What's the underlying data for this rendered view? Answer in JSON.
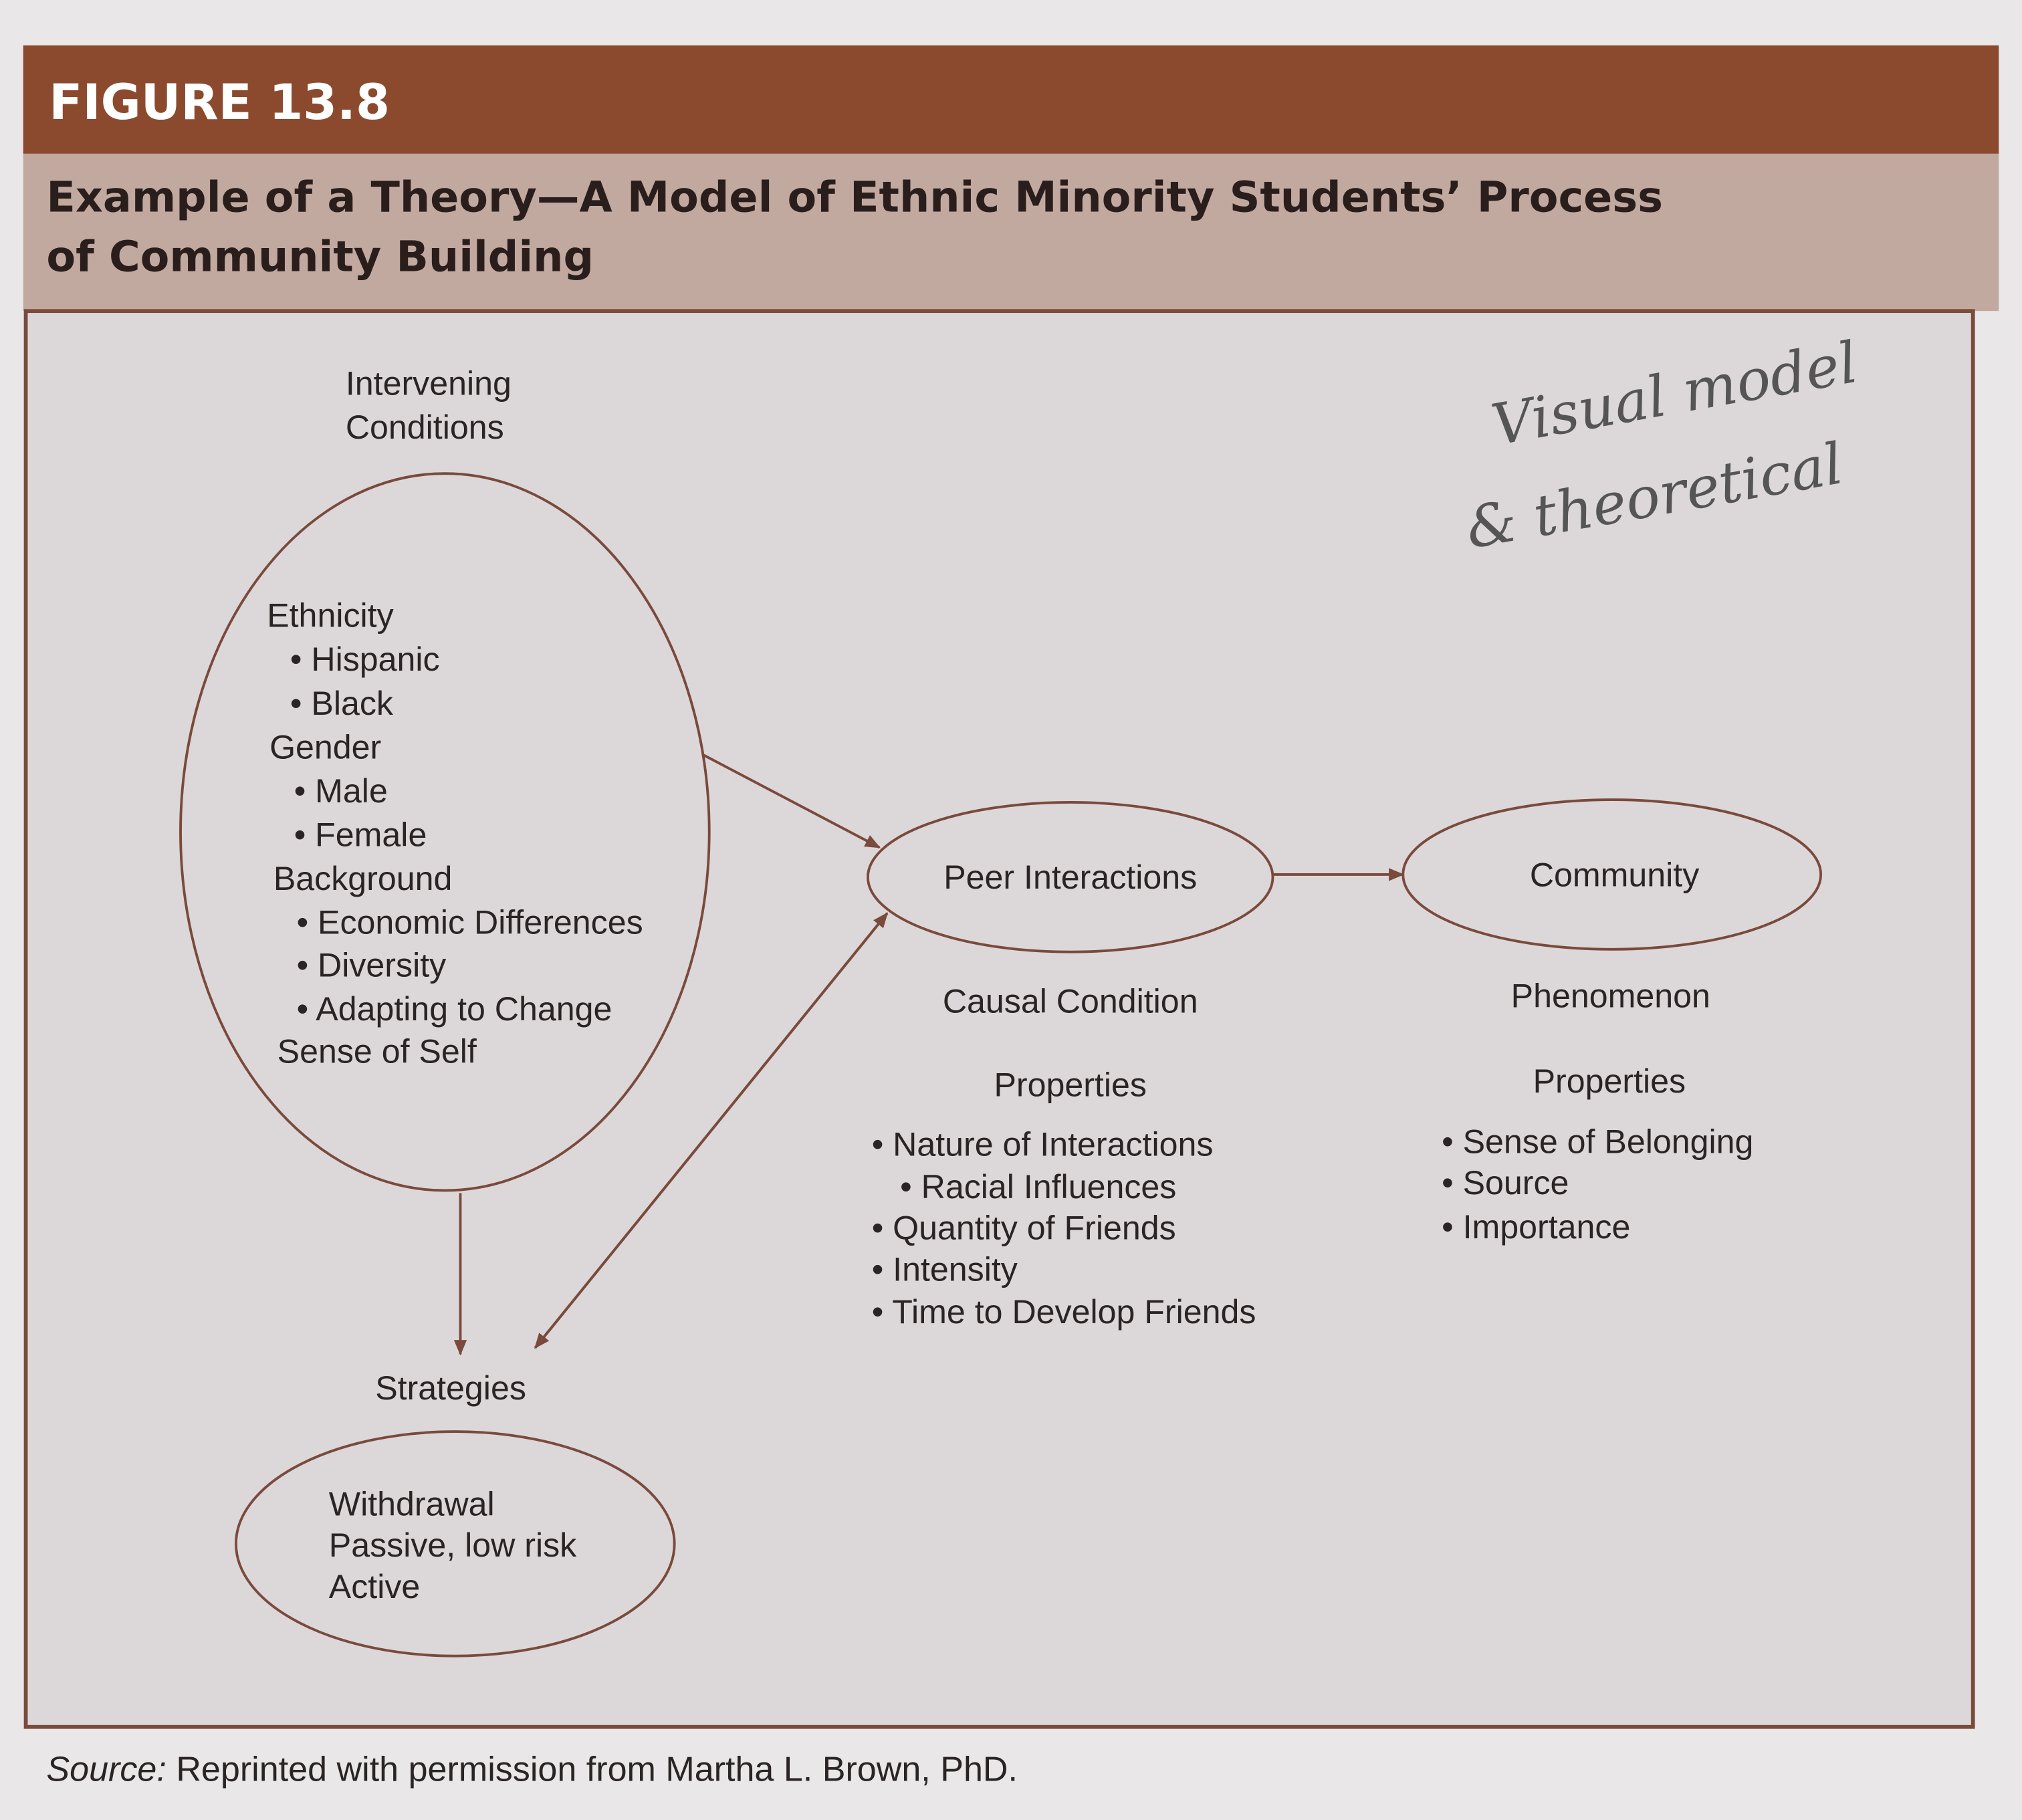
{
  "figure": {
    "number": "FIGURE 13.8",
    "title_line1": "Example of a Theory—A Model of Ethnic Minority Students’ Process",
    "title_line2": "of Community Building"
  },
  "intervening": {
    "label_line1": "Intervening",
    "label_line2": "Conditions",
    "items": [
      "Ethnicity",
      "• Hispanic",
      "• Black",
      "Gender",
      "• Male",
      "• Female",
      "Background",
      "• Economic Differences",
      "• Diversity",
      "• Adapting to Change",
      "Sense of Self"
    ]
  },
  "causal": {
    "node": "Peer Interactions",
    "label": "Causal Condition",
    "properties_heading": "Properties",
    "properties": [
      "• Nature of Interactions",
      "• Racial Influences",
      "• Quantity of Friends",
      "• Intensity",
      "• Time to Develop Friends"
    ]
  },
  "phenomenon": {
    "node": "Community",
    "label": "Phenomenon",
    "properties_heading": "Properties",
    "properties": [
      "• Sense of Belonging",
      "• Source",
      "• Importance"
    ]
  },
  "strategies": {
    "label": "Strategies",
    "items": [
      "Withdrawal",
      "Passive, low risk",
      "Active"
    ]
  },
  "annotation": {
    "line1": "Visual model",
    "line2": "& theoretical"
  },
  "source": {
    "prefix": "Source:",
    "text": " Reprinted with permission from Martha L. Brown, PhD."
  },
  "colors": {
    "header": "#8b4a2e",
    "title_band": "#c2a9a0",
    "line": "#7a4a3c"
  }
}
